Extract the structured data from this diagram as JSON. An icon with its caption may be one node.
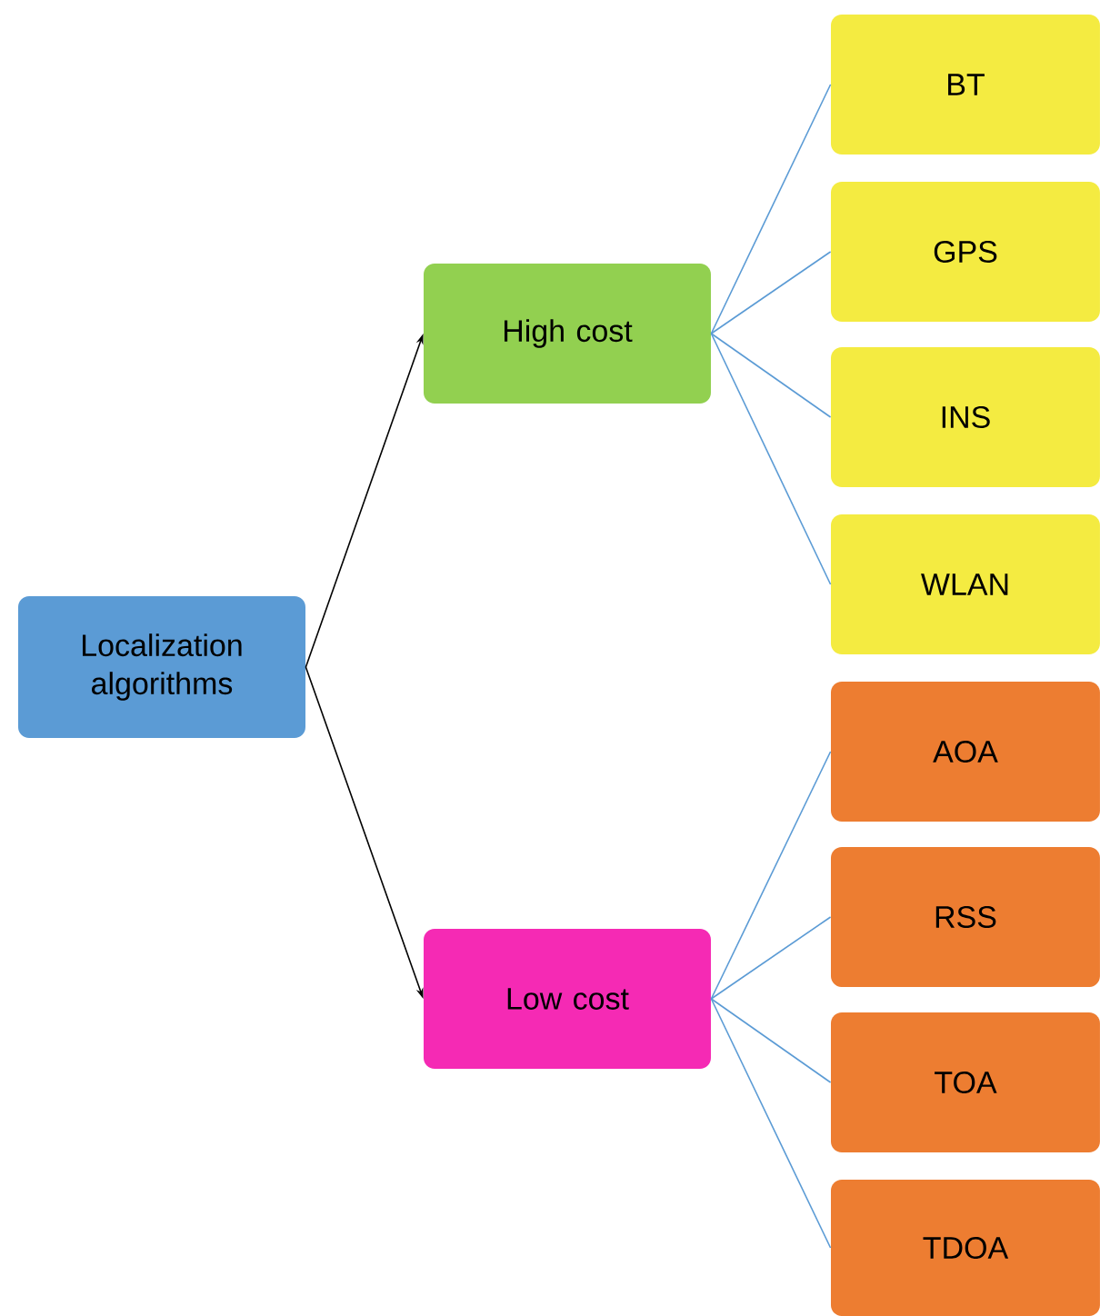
{
  "diagram": {
    "nodes": [
      {
        "text": [
          "Localization algorithms"
        ]
      },
      {
        "text": [
          "High cost"
        ]
      },
      {
        "text": [
          "Low cost"
        ]
      },
      {
        "text": [
          "BT"
        ]
      },
      {
        "text": [
          "GPS"
        ]
      },
      {
        "text": [
          "INS"
        ]
      },
      {
        "text": [
          "WLAN"
        ]
      },
      {
        "text": [
          "AOA"
        ]
      },
      {
        "text": [
          "RSS"
        ]
      },
      {
        "text": [
          "TOA"
        ]
      },
      {
        "text": [
          "TDOA"
        ]
      }
    ],
    "edges": [
      {
        "from": 0,
        "to": 1,
        "arrow": "to",
        "color": "#000000"
      },
      {
        "from": 0,
        "to": 2,
        "arrow": "to",
        "color": "#000000"
      },
      {
        "from": 1,
        "to": 3,
        "arrow": "none"
      },
      {
        "from": 1,
        "to": 4,
        "arrow": "none"
      },
      {
        "from": 1,
        "to": 5,
        "arrow": "none"
      },
      {
        "from": 1,
        "to": 6,
        "arrow": "none"
      },
      {
        "from": 2,
        "to": 7,
        "arrow": "none"
      },
      {
        "from": 2,
        "to": 8,
        "arrow": "none"
      },
      {
        "from": 2,
        "to": 9,
        "arrow": "none"
      },
      {
        "from": 2,
        "to": 10,
        "arrow": "none"
      }
    ]
  }
}
